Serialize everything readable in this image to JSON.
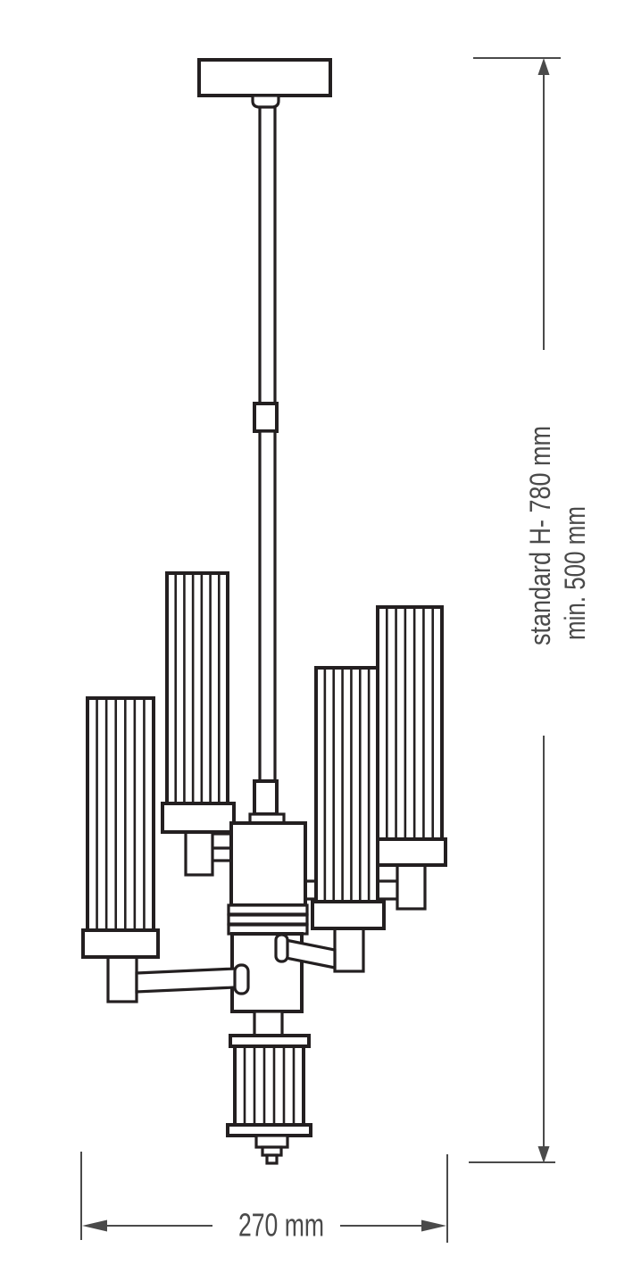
{
  "labels": {
    "height_standard": "standard H- 780 mm",
    "height_min": "min. 500 mm",
    "width": "270 mm"
  },
  "colors": {
    "outline": "#231f20",
    "dimension": "#4a4a4a",
    "background": "#ffffff"
  }
}
